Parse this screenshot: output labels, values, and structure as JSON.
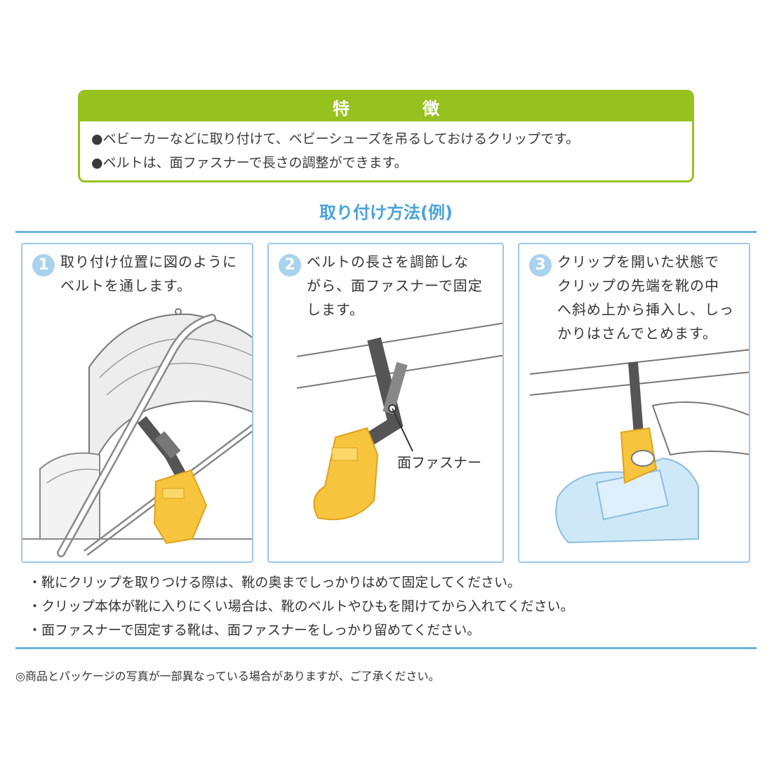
{
  "features": {
    "title": "特　徴",
    "items": [
      "●ベビーカーなどに取り付けて、ベビーシューズを吊るしておけるクリップです。",
      "●ベルトは、面ファスナーで長さの調整ができます。"
    ]
  },
  "section_title": "取り付け方法(例)",
  "steps": [
    {
      "number": "1",
      "lines": [
        "取り付け位置に図のように",
        "ベルトを通します。"
      ]
    },
    {
      "number": "2",
      "lines": [
        "ベルトの長さを調節しな",
        "がら、面ファスナーで固定",
        "します。"
      ],
      "callout": "面ファスナー"
    },
    {
      "number": "3",
      "lines": [
        "クリップを開いた状態で",
        "クリップの先端を靴の中",
        "へ斜め上から挿入し、しっ",
        "かりはさんでとめます。"
      ]
    }
  ],
  "notes": [
    "・靴にクリップを取りつける際は、靴の奥までしっかりはめて固定してください。",
    "・クリップ本体が靴に入りにくい場合は、靴のベルトやひもを開けてから入れてください。",
    "・面ファスナーで固定する靴は、面ファスナーをしっかり留めてください。"
  ],
  "disclaimer": "◎商品とパッケージの写真が一部異なっている場合がありますが、ご了承ください。",
  "colors": {
    "accent_green": "#96c11f",
    "accent_blue": "#4aa3d9",
    "clip_yellow": "#f7c43d",
    "belt_gray": "#555555",
    "shoe_blue": "#cfe8f7"
  }
}
